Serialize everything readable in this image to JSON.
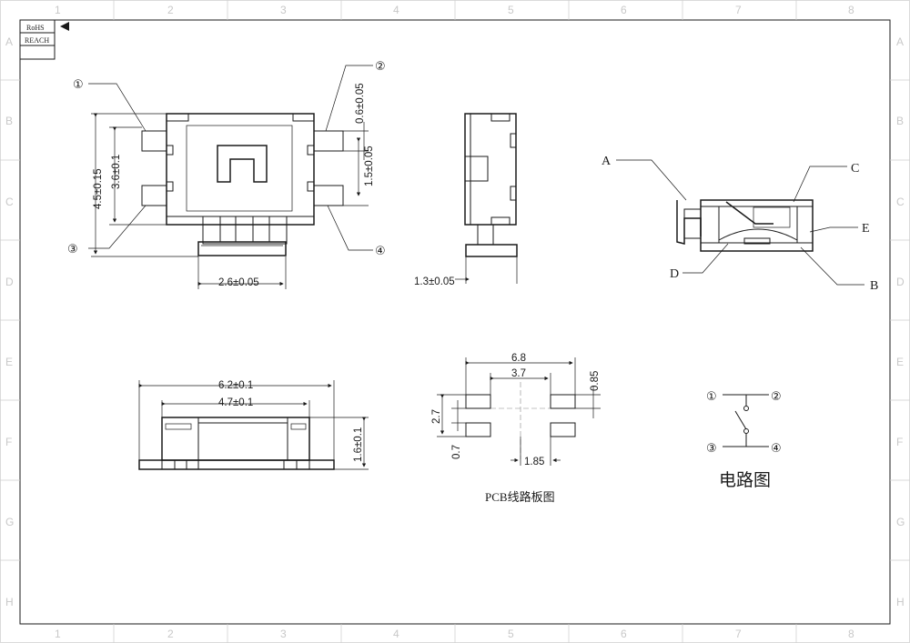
{
  "frame": {
    "column_marks": [
      "1",
      "2",
      "3",
      "4",
      "5",
      "6",
      "7",
      "8"
    ],
    "row_marks": [
      "A",
      "B",
      "C",
      "D",
      "E",
      "F",
      "G",
      "H"
    ]
  },
  "title_block": {
    "rohs": "RoHS",
    "reach": "REACH"
  },
  "top_view": {
    "pin_labels": [
      "①",
      "②",
      "③",
      "④"
    ],
    "dims": {
      "height_total": "4.5±0.15",
      "height_body": "3.6±0.1",
      "pin_width": "0.6±0.05",
      "pin_pitch": "1.5±0.05",
      "actuator_width": "2.6±0.05"
    }
  },
  "side_view": {
    "dims": {
      "actuator_length": "1.3±0.05"
    }
  },
  "section_view": {
    "callouts": [
      "A",
      "B",
      "C",
      "D",
      "E"
    ]
  },
  "front_view": {
    "dims": {
      "overall_width": "6.2±0.1",
      "body_width": "4.7±0.1",
      "height": "1.6±0.1"
    }
  },
  "pcb_layout": {
    "caption": "PCB线路板图",
    "dims": {
      "outer": "6.8",
      "inner": "3.7",
      "pad_height": "0.85",
      "row_pitch": "2.7",
      "pad_gap": "0.7",
      "pad_width": "1.85"
    }
  },
  "circuit": {
    "caption": "电路图",
    "pins": [
      "①",
      "②",
      "③",
      "④"
    ]
  },
  "colors": {
    "line": "#1a1a1a",
    "hatch": "#333333",
    "frame_marks": "#c8c8c8"
  }
}
